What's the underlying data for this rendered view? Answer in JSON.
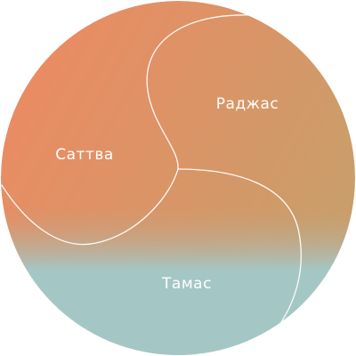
{
  "regions": [
    {
      "key": "sattva",
      "label": "Саттва"
    },
    {
      "key": "rajas",
      "label": "Раджас"
    },
    {
      "key": "tamas",
      "label": "Тамас"
    }
  ],
  "colors": {
    "top_left": "#f08862",
    "mid_right": "#c99e6a",
    "band": "#c6a07a",
    "bottom": "#a4c7c6",
    "label": "#ffffff",
    "divider": "#ffffff"
  }
}
